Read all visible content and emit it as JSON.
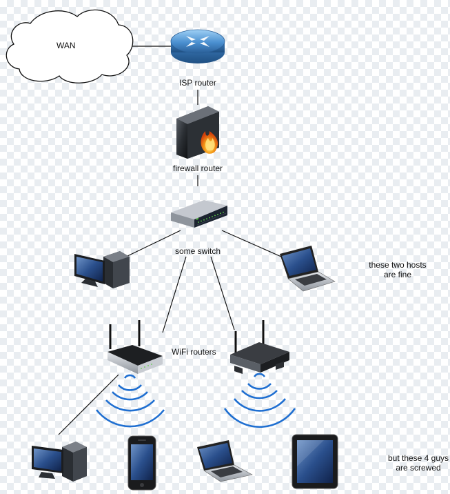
{
  "nodes": {
    "wan": "WAN",
    "isp_router": "ISP router",
    "firewall": "firewall router",
    "switch": "some switch",
    "wifi_routers": "WiFi routers"
  },
  "notes": {
    "fine_line1": "these two hosts",
    "fine_line2": "are fine",
    "screwed_line1": "but these 4 guys",
    "screwed_line2": "are screwed"
  },
  "colors": {
    "router_blue": "#4a8fd0",
    "wave_blue": "#1f6fd1",
    "firewall_flame": "#f07a14",
    "switch_port_green": "#5fd04a"
  },
  "icons": {
    "wan": "cloud-icon",
    "isp_router": "router-icon",
    "firewall": "firewall-icon",
    "switch": "switch-icon",
    "hosts": [
      "desktop-computer-icon",
      "laptop-icon"
    ],
    "wifi": [
      "wifi-router-icon",
      "wifi-router-icon"
    ],
    "wireless_clients": [
      "desktop-computer-icon",
      "smartphone-icon",
      "laptop-icon",
      "tablet-icon"
    ]
  }
}
